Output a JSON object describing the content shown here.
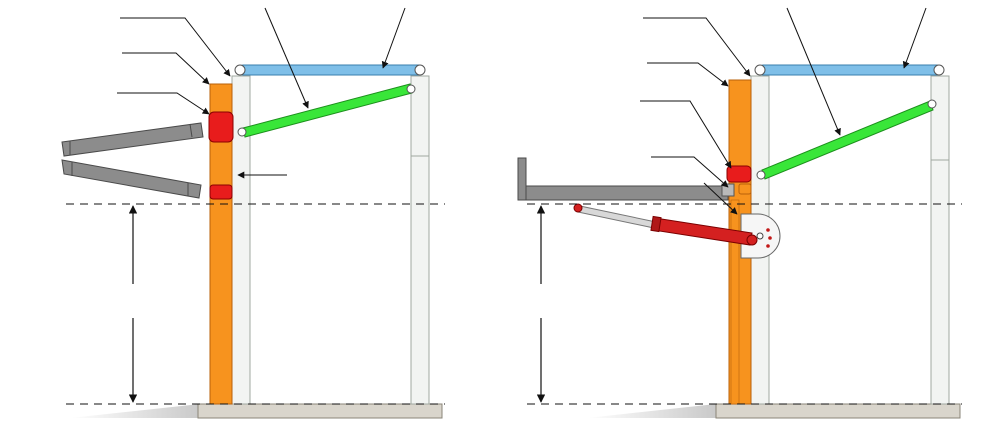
{
  "diagram": {
    "type": "technical-mechanical-drawing",
    "panels": [
      {
        "id": "left",
        "state": "arms-raised",
        "callout_labels": [
          "",
          "",
          "",
          "",
          "",
          ""
        ]
      },
      {
        "id": "right",
        "state": "platform-lowered-with-cylinder",
        "callout_labels": [
          "",
          "",
          "",
          "",
          "",
          "",
          ""
        ]
      }
    ],
    "colors": {
      "post": "#f7931e",
      "post_edge": "#b8600a",
      "clamp": "#e81c1c",
      "clamp_edge": "#8a0000",
      "brace": "#39e639",
      "brace_edge": "#1c8f1c",
      "top_beam": "#7fbfe8",
      "top_beam_edge": "#3a7fae",
      "arm": "#8c8c8c",
      "arm_edge": "#4a4a4a",
      "cylinder": "#d42020",
      "frame": "#f2f4f2",
      "frame_edge": "#a0a8a0",
      "leader": "#111111"
    }
  }
}
